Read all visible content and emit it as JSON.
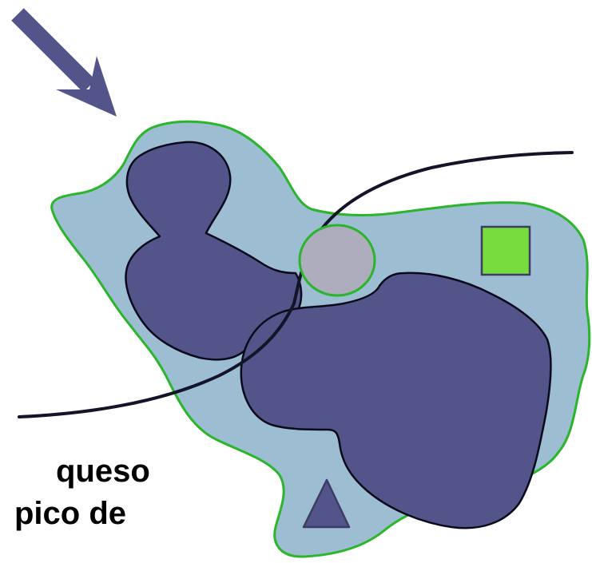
{
  "diagram": {
    "caption_lines": [
      "queso",
      "pico de"
    ],
    "colors": {
      "background": "#ffffff",
      "region_fill": "#9dbdd3",
      "region_outline": "#2ab52a",
      "blob_fill": "#535489",
      "blob_outline": "#0a0a1a",
      "curve": "#141428",
      "circle_fill": "#adadbe",
      "circle_outline": "#2ab52a",
      "square_fill": "#78dc3c",
      "square_outline": "#3c3c64",
      "triangle_fill": "#535489",
      "triangle_outline": "#3c3c64",
      "arrow": "#535489"
    },
    "shapes": [
      "arrow",
      "outer-region",
      "upper-left-blob",
      "central-blob",
      "curve",
      "circle",
      "square",
      "triangle"
    ]
  }
}
